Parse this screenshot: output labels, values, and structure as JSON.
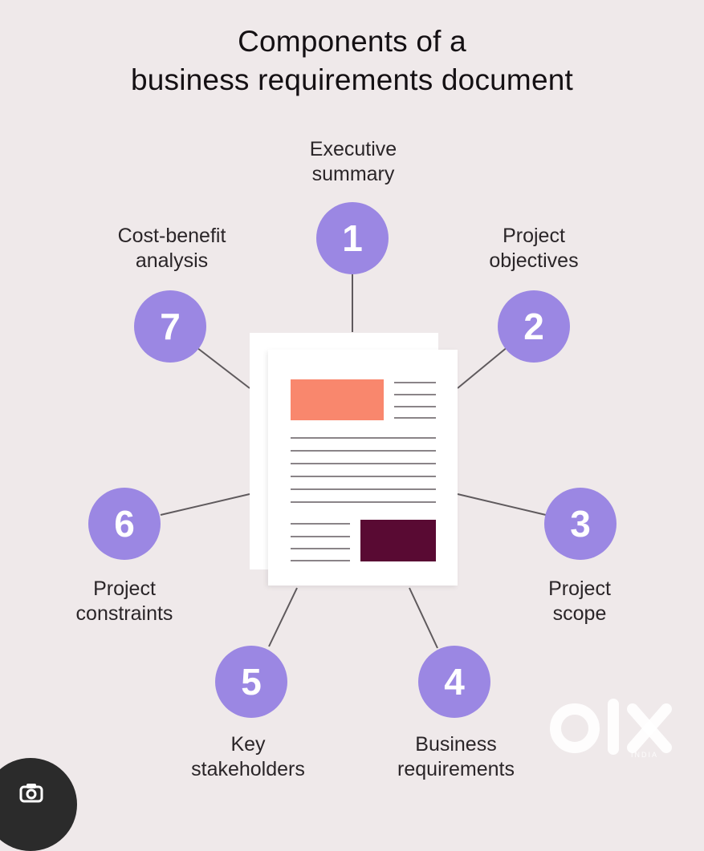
{
  "title": {
    "line1": "Components of a",
    "line2": "business requirements document"
  },
  "nodes": [
    {
      "number": "1",
      "label_line1": "Executive",
      "label_line2": "summary"
    },
    {
      "number": "2",
      "label_line1": "Project",
      "label_line2": "objectives"
    },
    {
      "number": "3",
      "label_line1": "Project",
      "label_line2": "scope"
    },
    {
      "number": "4",
      "label_line1": "Business",
      "label_line2": "requirements"
    },
    {
      "number": "5",
      "label_line1": "Key",
      "label_line2": "stakeholders"
    },
    {
      "number": "6",
      "label_line1": "Project",
      "label_line2": "constraints"
    },
    {
      "number": "7",
      "label_line1": "Cost-benefit",
      "label_line2": "analysis"
    }
  ],
  "colors": {
    "background": "#efe9ea",
    "node": "#9b87e3",
    "accent_salmon": "#f9876d",
    "accent_maroon": "#590a33"
  },
  "watermark": {
    "brand": "OLX",
    "sub": "INDIA",
    "icon": "olx-logo-icon"
  },
  "overlay": {
    "icon": "lens-camera-icon"
  }
}
